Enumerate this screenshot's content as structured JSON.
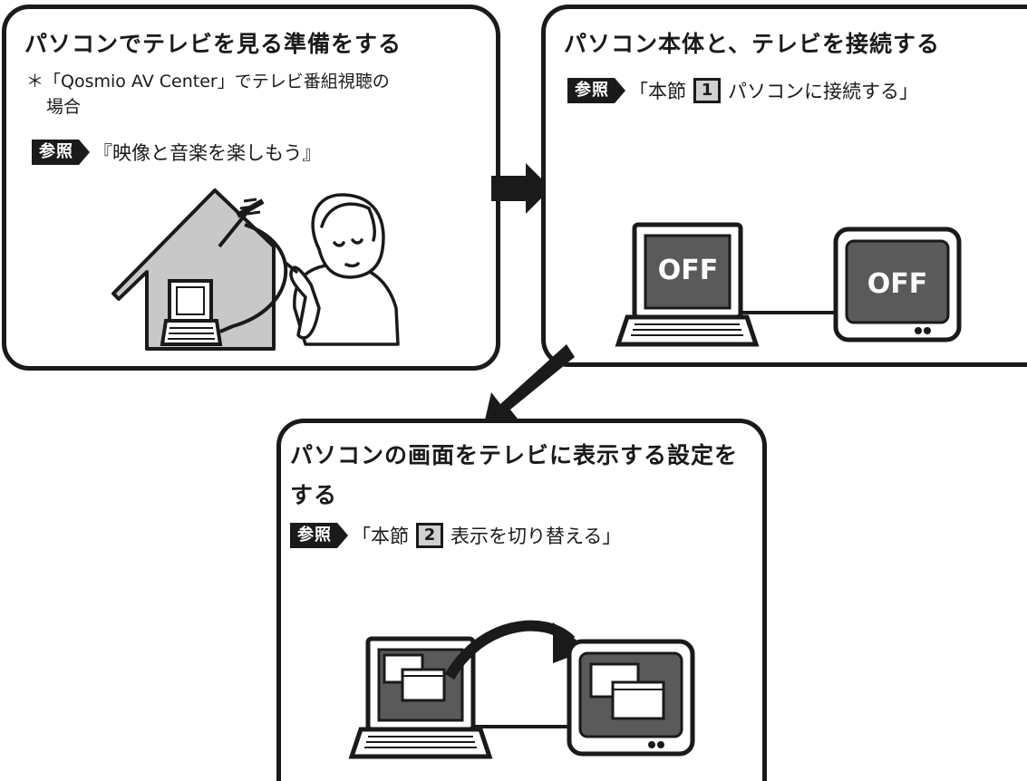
{
  "step1": {
    "title": "パソコンでテレビを見る準備をする",
    "note_line1": "＊「Qosmio AV Center」でテレビ番組視聴の",
    "note_line2": "場合",
    "ref_label": "参照",
    "ref_text": "『映像と音楽を楽しもう』"
  },
  "step2": {
    "title": "パソコン本体と、テレビを接続する",
    "ref_label": "参照",
    "ref_prefix": "「本節",
    "ref_number": "1",
    "ref_suffix": "パソコンに接続する」",
    "laptop_screen_text": "OFF",
    "tv_screen_text": "OFF"
  },
  "step3": {
    "title_line1": "パソコンの画面をテレビに表示する設定を",
    "title_line2": "する",
    "ref_label": "参照",
    "ref_prefix": "「本節",
    "ref_number": "2",
    "ref_suffix": "表示を切り替える」"
  },
  "colors": {
    "ink": "#1a1a1a",
    "screen_gray": "#5a5a5a",
    "house_gray": "#c8c8c8",
    "badge_gray": "#d0d0d0"
  }
}
